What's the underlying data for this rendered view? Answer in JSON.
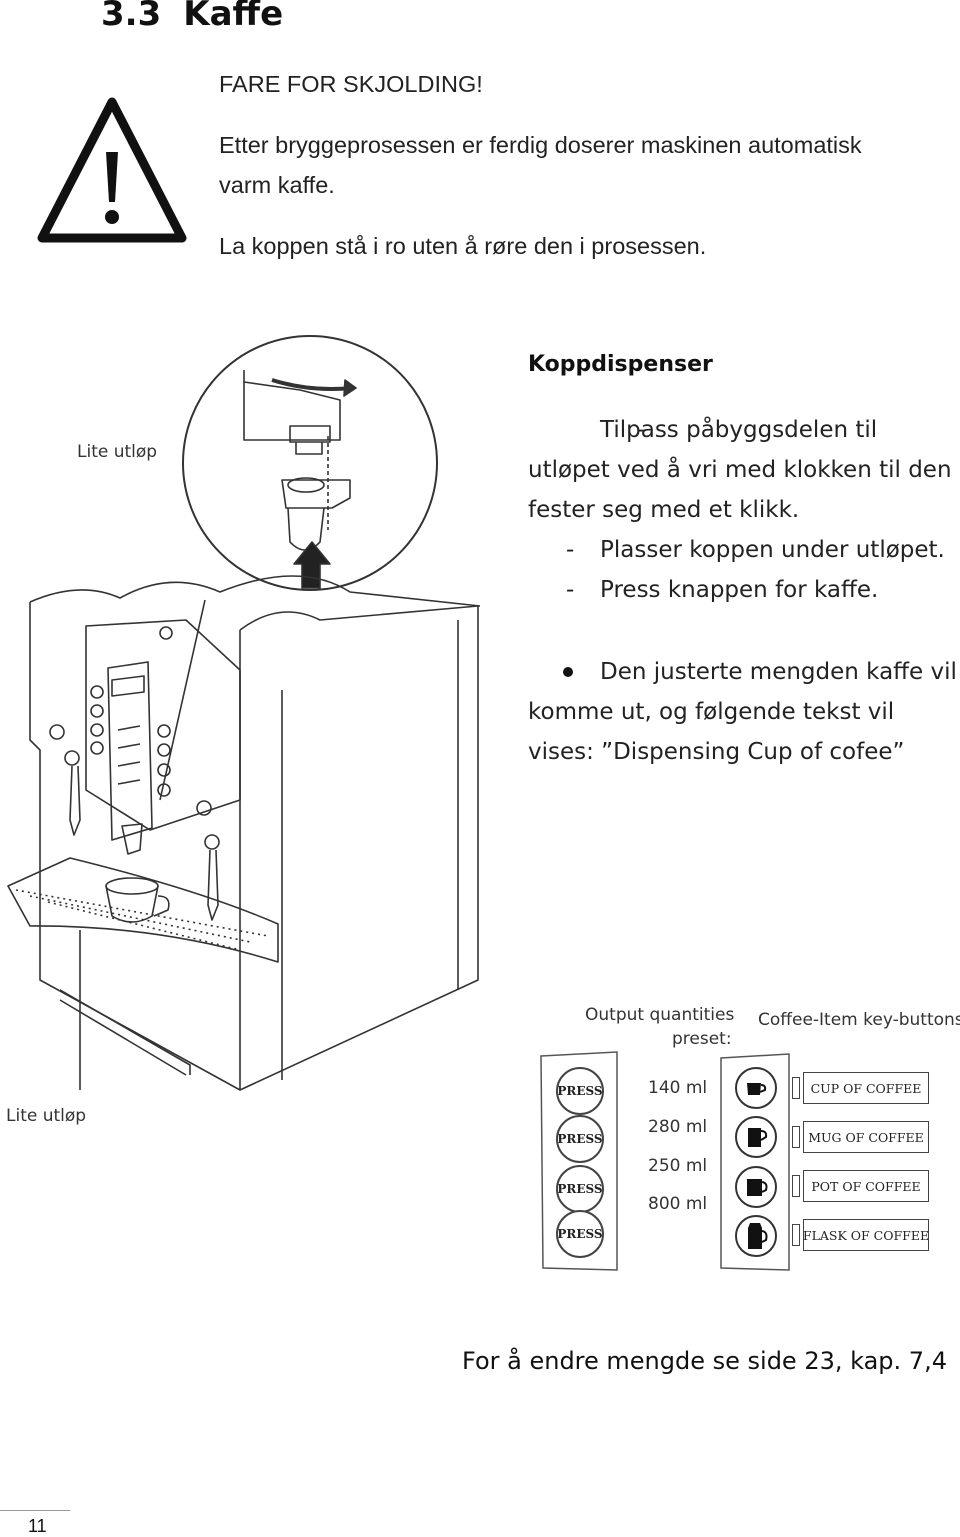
{
  "heading": {
    "number": "3.3",
    "title": "Kaffe"
  },
  "warning": {
    "line1": "FARE FOR SKJOLDING!",
    "line2a": "Etter bryggeprosessen er ferdig doserer maskinen automatisk",
    "line2b": "varm kaffe.",
    "line3": "La koppen stå i ro uten å røre den i prosessen."
  },
  "figure_labels": {
    "outlet_top": "Lite utløp",
    "outlet_bottom": "Lite utløp"
  },
  "instructions": {
    "title": "Koppdispenser",
    "step1": "Tilpass påbyggsdelen til utløpet ved å vri med klokken til den fester seg med et klikk.",
    "step2": "Plasser koppen under utløpet.",
    "step3": "Press knappen for kaffe.",
    "bullet": "Den justerte mengden kaffe vil komme ut, og følgende tekst vil vises: ”Dispensing Cup of cofee”"
  },
  "panel": {
    "output_heading_1": "Output quantities",
    "output_heading_2": "preset:",
    "keys_heading": "Coffee-Item key-buttons:",
    "rows": [
      {
        "press": "PRESS",
        "ml": "140 ml",
        "item": "CUP OF COFFEE"
      },
      {
        "press": "PRESS",
        "ml": "280 ml",
        "item": "MUG OF COFFEE"
      },
      {
        "press": "PRESS",
        "ml": "250 ml",
        "item": "POT OF COFFEE"
      },
      {
        "press": "PRESS",
        "ml": "800 ml",
        "item": "FLASK OF COFFEE"
      }
    ]
  },
  "footer": {
    "reference": "For å endre mengde se side 23, kap. 7,4",
    "page_number": "11"
  },
  "icons": [
    "warning-triangle-icon",
    "cup-icon",
    "mug-icon",
    "pot-icon",
    "flask-icon"
  ]
}
